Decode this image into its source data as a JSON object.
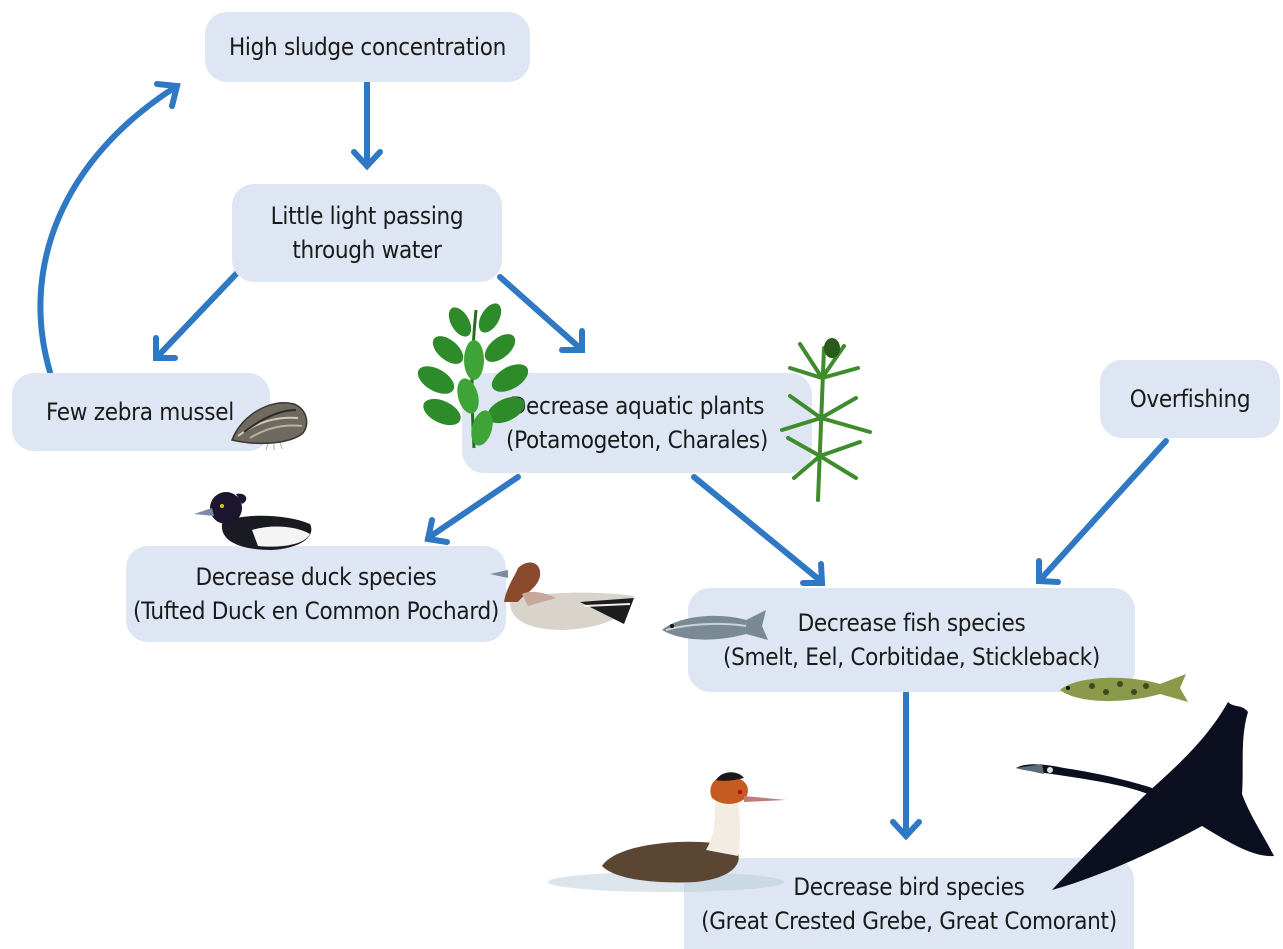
{
  "nodes": {
    "sludge": "High sludge concentration",
    "light_1": "Little light passing",
    "light_2": "through water",
    "mussel": "Few zebra mussel",
    "plants_1": "Decrease aquatic plants",
    "plants_2": "(Potamogeton, Charales)",
    "overfishing": "Overfishing",
    "duck_1": "Decrease duck species",
    "duck_2": "(Tufted Duck en Common Pochard)",
    "fish_1": "Decrease fish species",
    "fish_2": "(Smelt, Eel, Corbitidae, Stickleback)",
    "bird_1": "Decrease bird species",
    "bird_2": "(Great Crested Grebe, Great Comorant)"
  },
  "colors": {
    "box_fill": "#dde6f2",
    "arrow": "#2f78c4",
    "text": "#1a1a1a"
  },
  "edges": [
    {
      "from": "High sludge concentration",
      "to": "Little light passing through water"
    },
    {
      "from": "Little light passing through water",
      "to": "Few zebra mussel"
    },
    {
      "from": "Little light passing through water",
      "to": "Decrease aquatic plants"
    },
    {
      "from": "Few zebra mussel",
      "to": "High sludge concentration"
    },
    {
      "from": "Decrease aquatic plants",
      "to": "Decrease duck species"
    },
    {
      "from": "Decrease aquatic plants",
      "to": "Decrease fish species"
    },
    {
      "from": "Overfishing",
      "to": "Decrease fish species"
    },
    {
      "from": "Decrease fish species",
      "to": "Decrease bird species"
    }
  ],
  "illustrations": [
    "zebra-mussel-icon",
    "potamogeton-plant-icon",
    "chara-plant-icon",
    "tufted-duck-icon",
    "common-pochard-icon",
    "smelt-fish-icon",
    "stickleback-fish-icon",
    "great-crested-grebe-icon",
    "great-cormorant-icon"
  ]
}
